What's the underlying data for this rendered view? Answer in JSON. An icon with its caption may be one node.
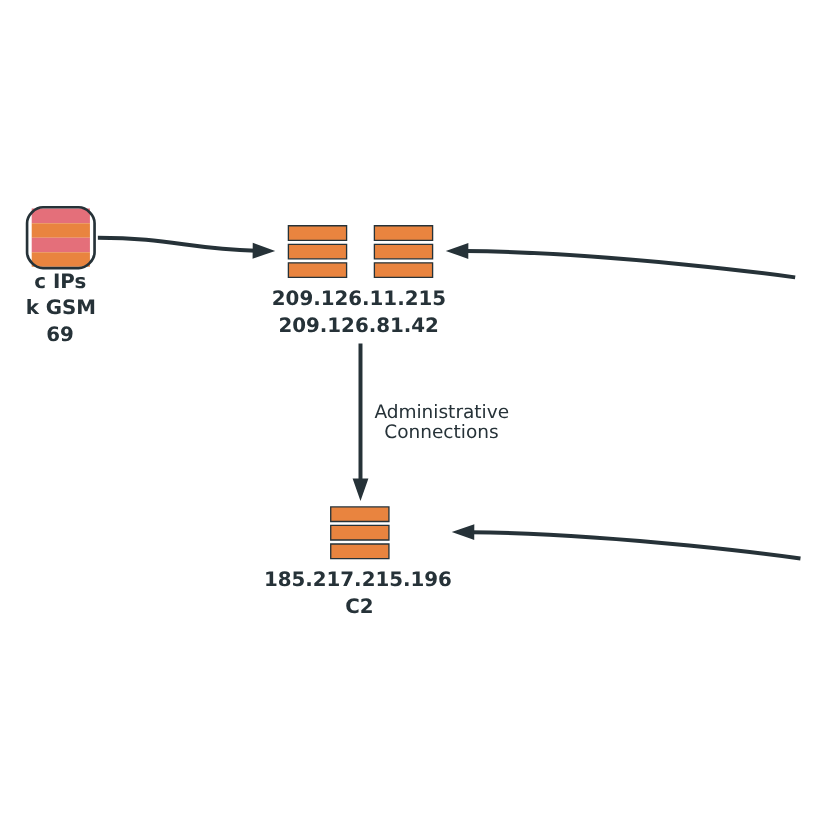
{
  "diagram": {
    "nodes": [
      {
        "text": [
          "c IPs",
          "k GSM",
          "69"
        ]
      },
      {
        "text": [
          "209.126.11.215",
          "209.126.81.42"
        ]
      },
      {
        "text": [
          "185.217.215.196",
          "C2"
        ]
      }
    ],
    "edges": [
      {
        "from": 0,
        "to": 1,
        "arrow": "to"
      },
      {
        "from": null,
        "to": 1,
        "arrow": "to"
      },
      {
        "from": 1,
        "to": 2,
        "arrow": "to",
        "label": "Administrative Connections"
      },
      {
        "from": null,
        "to": 2,
        "arrow": "to"
      }
    ]
  }
}
